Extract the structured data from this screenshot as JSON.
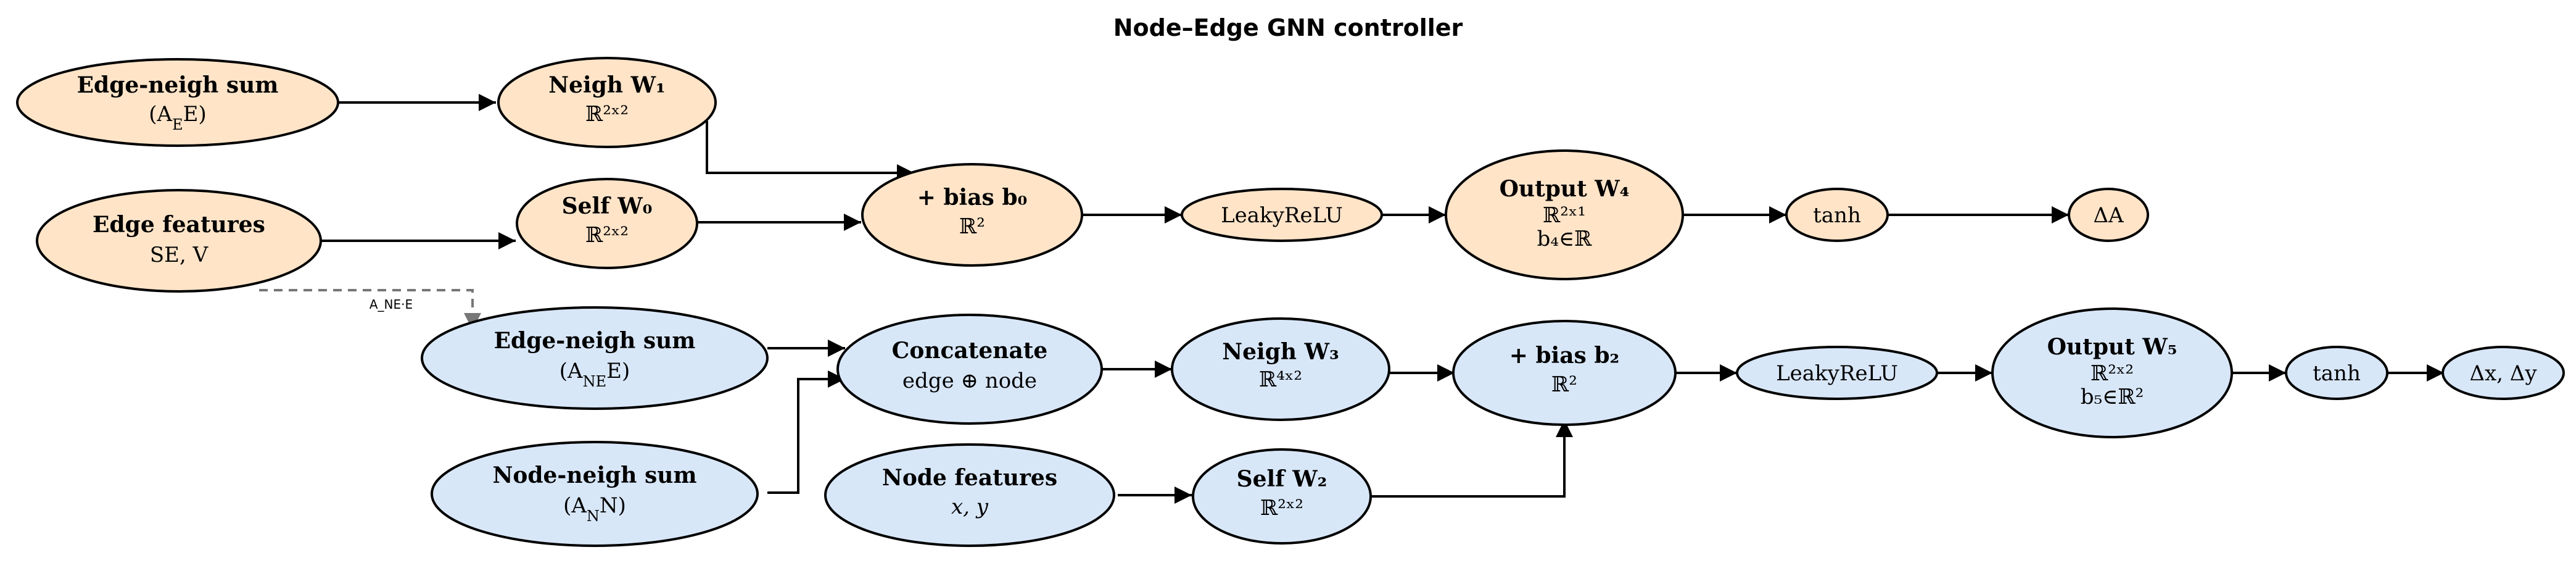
{
  "title": "Node–Edge GNN controller",
  "colors": {
    "edge_branch": "#FFE4C8",
    "node_branch": "#D8E7F8",
    "dashed_link": "#777777"
  },
  "nodes": {
    "edge_neigh_sum_top": {
      "line1": "Edge-neigh sum",
      "line2": "(A",
      "sub": "E",
      "line2_end": "E)"
    },
    "neigh_w1": {
      "line1": "Neigh  W₁",
      "line2": "ℝ²ˣ²"
    },
    "edge_features": {
      "line1": "Edge features",
      "line2": "SE, V"
    },
    "self_w0": {
      "line1": "Self  W₀",
      "line2": "ℝ²ˣ²"
    },
    "bias_b0": {
      "line1": "+  bias  b₀",
      "line2": "ℝ²"
    },
    "leakyrelu_top": {
      "line1": "LeakyReLU"
    },
    "output_w4": {
      "line1": "Output  W₄",
      "line2": "ℝ²ˣ¹",
      "line3": "b₄∈ℝ"
    },
    "tanh_top": {
      "line1": "tanh"
    },
    "delta_a": {
      "line1": "ΔA"
    },
    "edge_neigh_sum_bottom": {
      "line1": "Edge-neigh sum",
      "line2": "(A",
      "sub": "NE",
      "line2_end": "E)"
    },
    "concatenate": {
      "line1": "Concatenate",
      "line2": "edge ⊕ node"
    },
    "neigh_w3": {
      "line1": "Neigh  W₃",
      "line2": "ℝ⁴ˣ²"
    },
    "bias_b2": {
      "line1": "+  bias  b₂",
      "line2": "ℝ²"
    },
    "leakyrelu_bottom": {
      "line1": "LeakyReLU"
    },
    "output_w5": {
      "line1": "Output  W₅",
      "line2": "ℝ²ˣ²",
      "line3": "b₅∈ℝ²"
    },
    "tanh_bottom": {
      "line1": "tanh"
    },
    "delta_xy": {
      "line1": "Δx, Δy"
    },
    "node_neigh_sum": {
      "line1": "Node-neigh sum",
      "line2": "(A",
      "sub": "N",
      "line2_end": "N)"
    },
    "node_features": {
      "line1": "Node features",
      "line2": "x, y"
    },
    "self_w2": {
      "line1": "Self  W₂",
      "line2": "ℝ²ˣ²"
    }
  },
  "dashed_label": "A_NE·E"
}
